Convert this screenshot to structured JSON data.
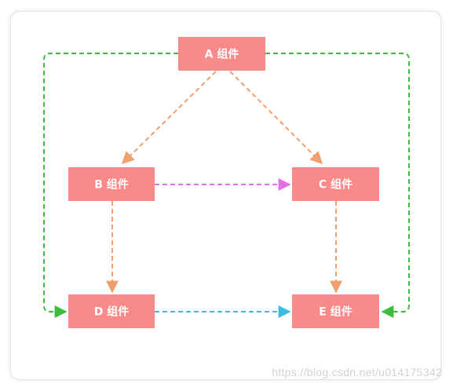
{
  "nodes": [
    {
      "id": "A",
      "label": "A 组件"
    },
    {
      "id": "B",
      "label": "B 组件"
    },
    {
      "id": "C",
      "label": "C 组件"
    },
    {
      "id": "D",
      "label": "D 组件"
    },
    {
      "id": "E",
      "label": "E 组件"
    }
  ],
  "edges": [
    {
      "from": "A",
      "to": "B",
      "color": "#f0a070"
    },
    {
      "from": "A",
      "to": "C",
      "color": "#f0a070"
    },
    {
      "from": "B",
      "to": "C",
      "color": "#e46ee6"
    },
    {
      "from": "B",
      "to": "D",
      "color": "#f0a070"
    },
    {
      "from": "C",
      "to": "E",
      "color": "#f0a070"
    },
    {
      "from": "D",
      "to": "E",
      "color": "#3cbde0"
    },
    {
      "from": "A",
      "to": "D",
      "color": "#3dbd3d"
    },
    {
      "from": "A",
      "to": "E",
      "color": "#3dbd3d"
    }
  ],
  "colors": {
    "node_fill": "#f98a8a",
    "orange_arrow": "#f0a070",
    "magenta_arrow": "#e46ee6",
    "cyan_arrow": "#3cbde0",
    "green_arrow": "#3dbd3d"
  },
  "watermark": "https://blog.csdn.net/u014175342"
}
